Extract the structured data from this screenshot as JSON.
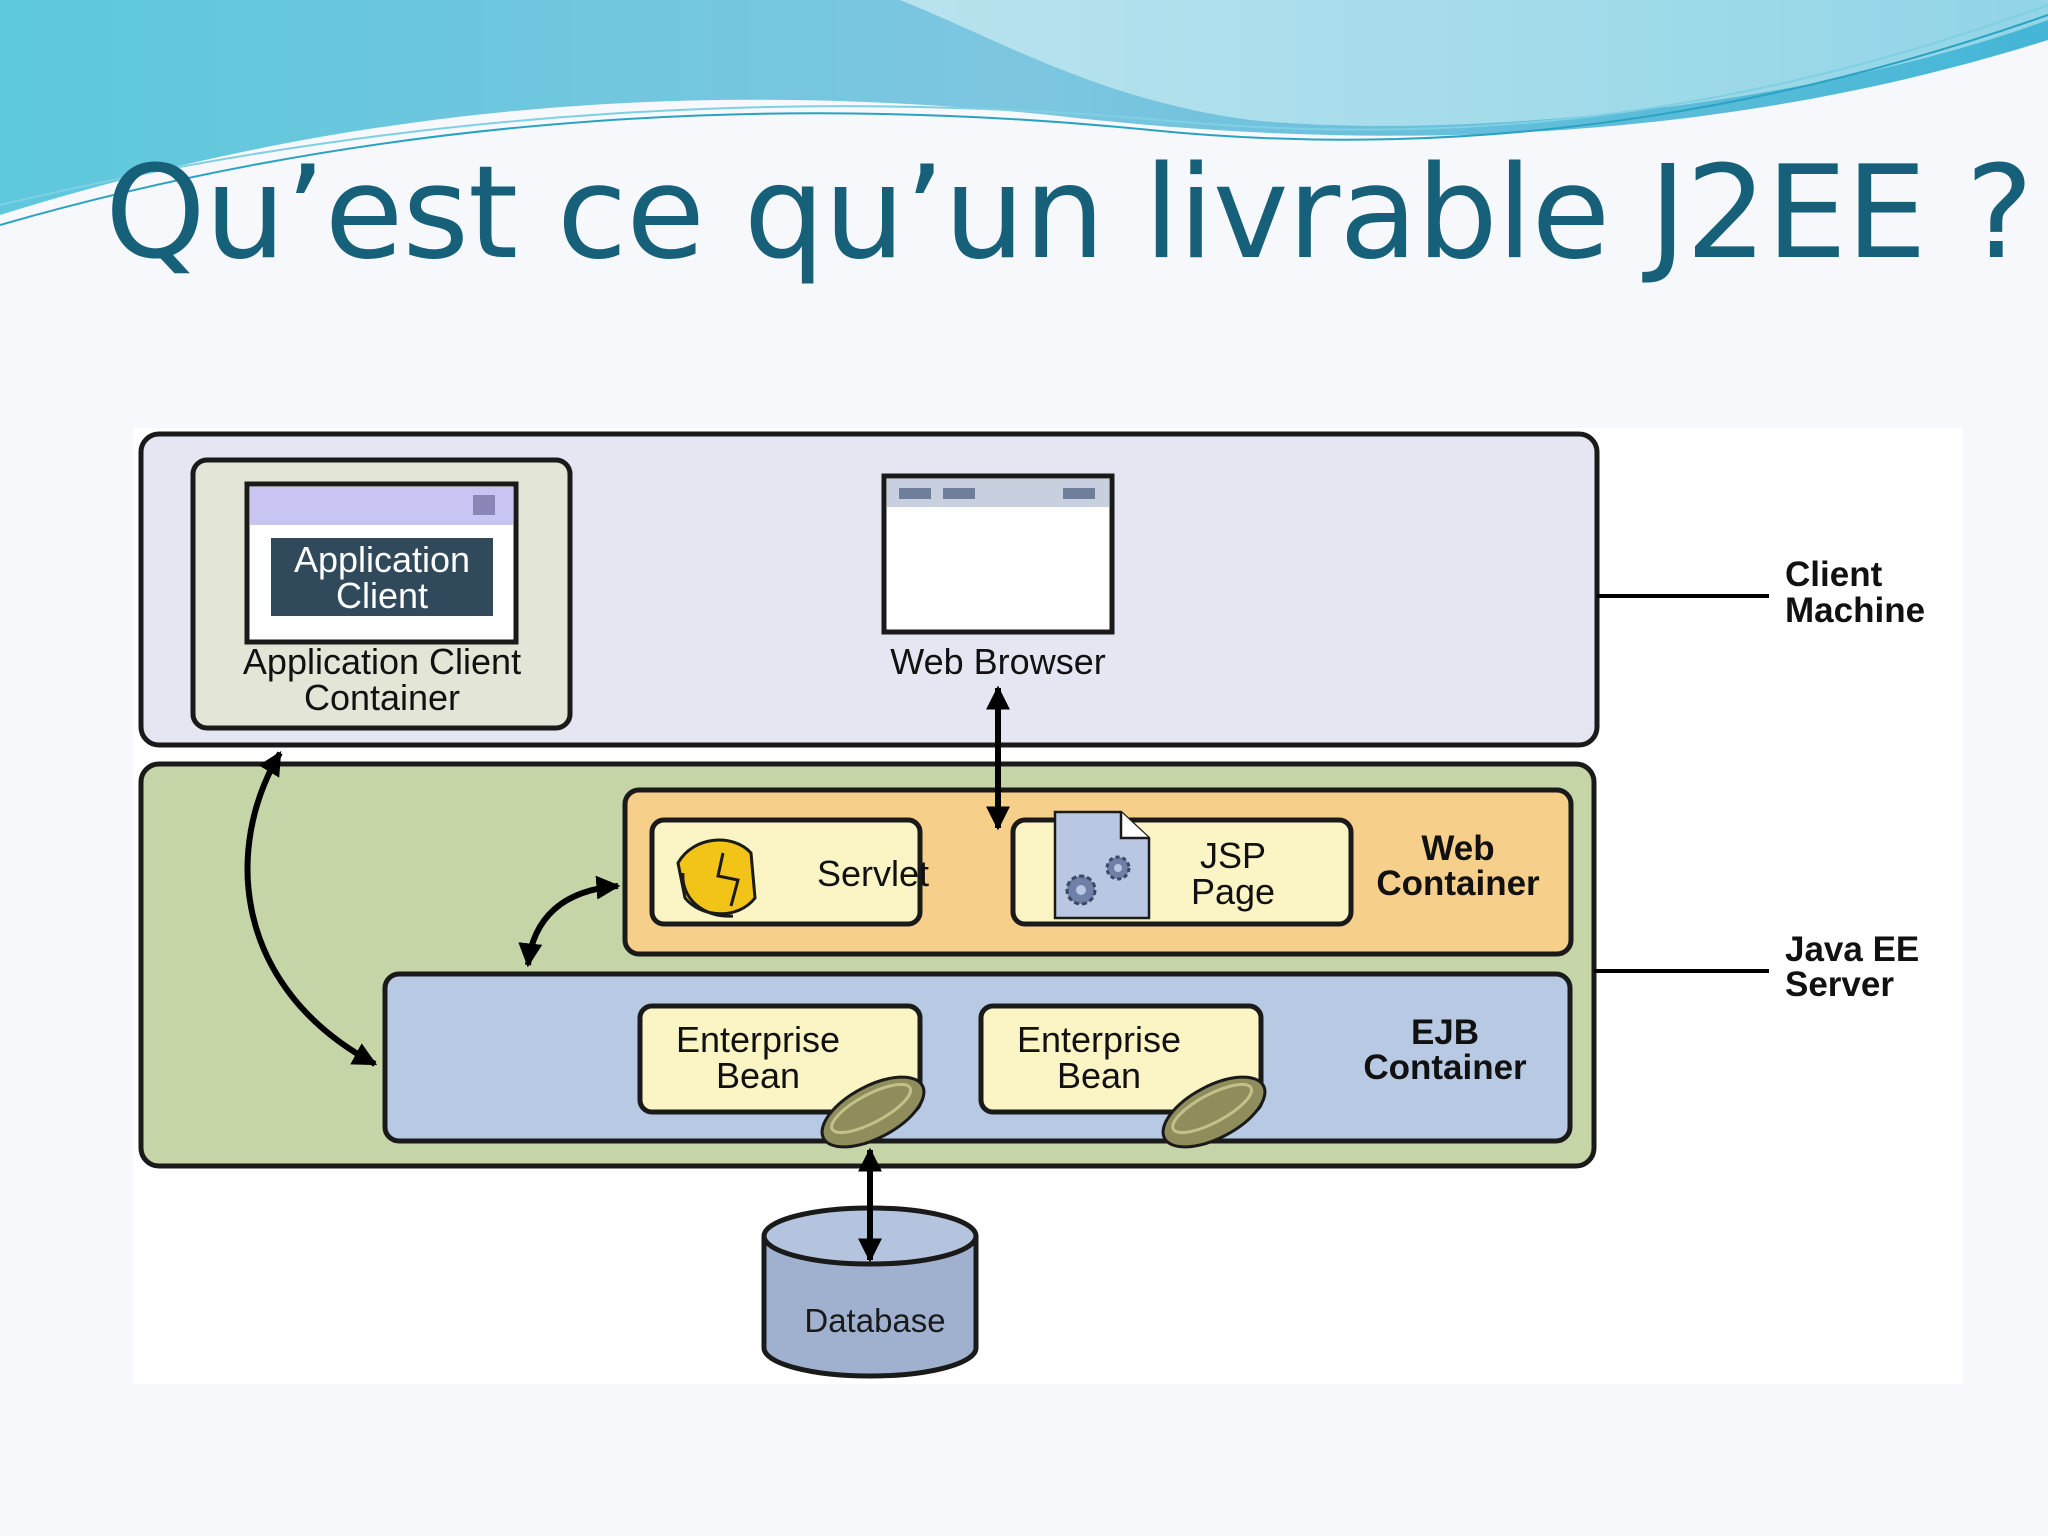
{
  "slide": {
    "title": "Qu’est ce qu’un livrable J2EE ?"
  },
  "diagram": {
    "client_machine_label": [
      "Client",
      "Machine"
    ],
    "java_ee_server_label": [
      "Java EE",
      "Server"
    ],
    "application_client": [
      "Application",
      "Client"
    ],
    "application_client_container": [
      "Application Client",
      "Container"
    ],
    "web_browser": "Web Browser",
    "servlet": "Servlet",
    "jsp_page": [
      "JSP",
      "Page"
    ],
    "web_container": [
      "Web",
      "Container"
    ],
    "enterprise_bean_1": [
      "Enterprise",
      "Bean"
    ],
    "enterprise_bean_2": [
      "Enterprise",
      "Bean"
    ],
    "ejb_container": [
      "EJB",
      "Container"
    ],
    "database": "Database"
  },
  "colors": {
    "title": "#17607a",
    "client_tier": "#e4e6f2",
    "server_tier": "#c6d5a7",
    "web_container": "#f6cf8a",
    "ejb_container": "#b8c9e3",
    "component": "#fbf5c6",
    "database": "#9fb1cf"
  }
}
